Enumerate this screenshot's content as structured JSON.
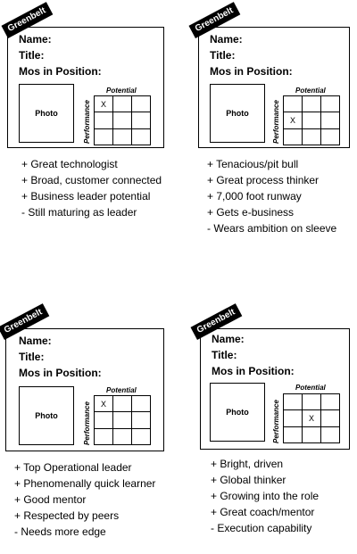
{
  "badge": "Greenbelt",
  "fields": {
    "name": "Name:",
    "title": "Title:",
    "mos": "Mos in Position:"
  },
  "photo_label": "Photo",
  "potential_label": "Potential",
  "performance_label": "Performance",
  "mark": "X",
  "cards": [
    {
      "mark_cell": 0,
      "notes": [
        "+ Great technologist",
        "+ Broad, customer connected",
        "+ Business leader potential",
        "- Still maturing as leader"
      ]
    },
    {
      "mark_cell": 3,
      "notes": [
        "+ Tenacious/pit bull",
        "+ Great process thinker",
        "+ 7,000 foot runway",
        "+ Gets e-business",
        "- Wears ambition on sleeve"
      ]
    },
    {
      "mark_cell": 0,
      "notes": [
        "+ Top Operational leader",
        "+ Phenomenally quick learner",
        "+ Good mentor",
        "+ Respected by peers",
        "- Needs more edge"
      ]
    },
    {
      "mark_cell": 4,
      "notes": [
        "+ Bright, driven",
        "+ Global thinker",
        "+ Growing into the role",
        "+ Great coach/mentor",
        "- Execution capability"
      ]
    }
  ]
}
